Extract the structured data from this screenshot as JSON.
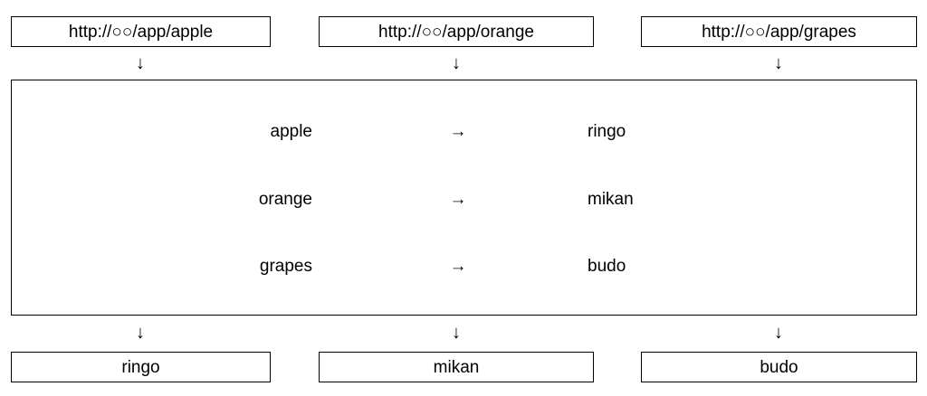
{
  "inputs": [
    {
      "url": "http://○○/app/apple"
    },
    {
      "url": "http://○○/app/orange"
    },
    {
      "url": "http://○○/app/grapes"
    }
  ],
  "flow_arrow": "↓",
  "mapping": {
    "arrow": "→",
    "rows": [
      {
        "key": "apple",
        "value": "ringo"
      },
      {
        "key": "orange",
        "value": "mikan"
      },
      {
        "key": "grapes",
        "value": "budo"
      }
    ]
  },
  "outputs": [
    {
      "label": "ringo"
    },
    {
      "label": "mikan"
    },
    {
      "label": "budo"
    }
  ]
}
